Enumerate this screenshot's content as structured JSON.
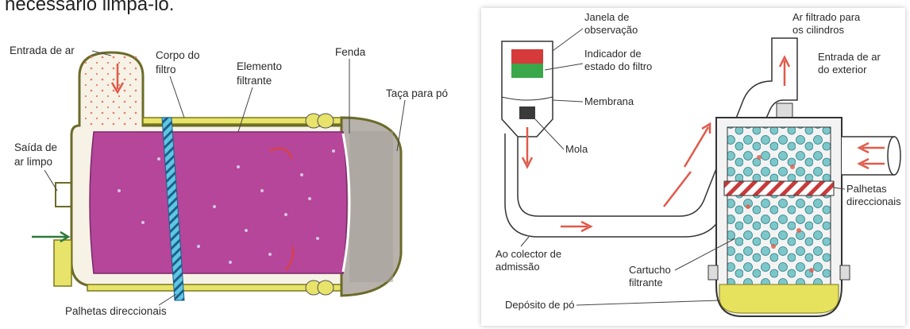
{
  "intro_text": "necessário limpá-lo.",
  "left_diagram": {
    "labels": {
      "air_inlet": "Entrada de ar",
      "filter_body": [
        "Corpo do",
        "filtro"
      ],
      "filter_element": [
        "Elemento",
        "filtrante"
      ],
      "slot": "Fenda",
      "dust_cup": "Taça para pó",
      "clean_air_outlet": [
        "Saída de",
        "ar limpo"
      ],
      "guide_vanes": "Palhetas direccionais"
    }
  },
  "right_diagram": {
    "labels": {
      "observation_window": [
        "Janela de",
        "observação"
      ],
      "filter_indicator": [
        "Indicador de",
        "estado do filtro"
      ],
      "membrane": "Membrana",
      "spring": "Mola",
      "filtered_air": [
        "Ar filtrado para",
        "os cilindros"
      ],
      "outside_air_inlet": [
        "Entrada de ar",
        "do exterior"
      ],
      "guide_vanes": [
        "Palhetas",
        "direccionais"
      ],
      "intake_manifold": [
        "Ao colector de",
        "admissão"
      ],
      "filter_cartridge": [
        "Cartucho",
        "filtrante"
      ],
      "dust_deposit": "Depósito de pó"
    }
  }
}
